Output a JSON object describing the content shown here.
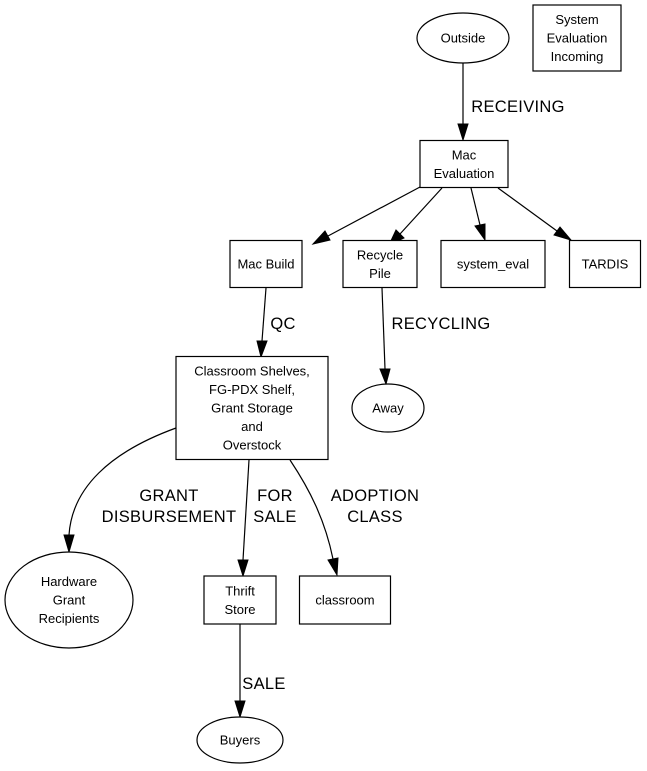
{
  "diagram": {
    "nodes": {
      "outside": {
        "label": "Outside",
        "shape": "ellipse"
      },
      "system_eval_incoming": {
        "label": [
          "System",
          "Evaluation",
          "Incoming"
        ],
        "shape": "box"
      },
      "mac_evaluation": {
        "label": [
          "Mac",
          "Evaluation"
        ],
        "shape": "box"
      },
      "mac_build": {
        "label": "Mac Build",
        "shape": "box"
      },
      "recycle_pile": {
        "label": [
          "Recycle",
          "Pile"
        ],
        "shape": "box"
      },
      "system_eval": {
        "label": "system_eval",
        "shape": "box"
      },
      "tardis": {
        "label": "TARDIS",
        "shape": "box"
      },
      "classroom_shelves": {
        "label": [
          "Classroom Shelves,",
          "FG-PDX Shelf,",
          "Grant Storage",
          "and",
          "Overstock"
        ],
        "shape": "box"
      },
      "away": {
        "label": "Away",
        "shape": "ellipse"
      },
      "hardware_grant_recipients": {
        "label": [
          "Hardware",
          "Grant",
          "Recipients"
        ],
        "shape": "ellipse"
      },
      "thrift_store": {
        "label": [
          "Thrift",
          "Store"
        ],
        "shape": "box"
      },
      "classroom": {
        "label": "classroom",
        "shape": "box"
      },
      "buyers": {
        "label": "Buyers",
        "shape": "ellipse"
      }
    },
    "edges": [
      {
        "from": "outside",
        "to": "mac_evaluation",
        "label": [
          "RECEIVING"
        ]
      },
      {
        "from": "mac_evaluation",
        "to": "mac_build",
        "label": []
      },
      {
        "from": "mac_evaluation",
        "to": "recycle_pile",
        "label": []
      },
      {
        "from": "mac_evaluation",
        "to": "system_eval",
        "label": []
      },
      {
        "from": "mac_evaluation",
        "to": "tardis",
        "label": []
      },
      {
        "from": "mac_build",
        "to": "classroom_shelves",
        "label": [
          "QC"
        ]
      },
      {
        "from": "recycle_pile",
        "to": "away",
        "label": [
          "RECYCLING"
        ]
      },
      {
        "from": "classroom_shelves",
        "to": "hardware_grant_recipients",
        "label": [
          "GRANT",
          "DISBURSEMENT"
        ]
      },
      {
        "from": "classroom_shelves",
        "to": "thrift_store",
        "label": [
          "FOR",
          "SALE"
        ]
      },
      {
        "from": "classroom_shelves",
        "to": "classroom",
        "label": [
          "ADOPTION",
          "CLASS"
        ]
      },
      {
        "from": "thrift_store",
        "to": "buyers",
        "label": [
          "SALE"
        ]
      }
    ]
  }
}
